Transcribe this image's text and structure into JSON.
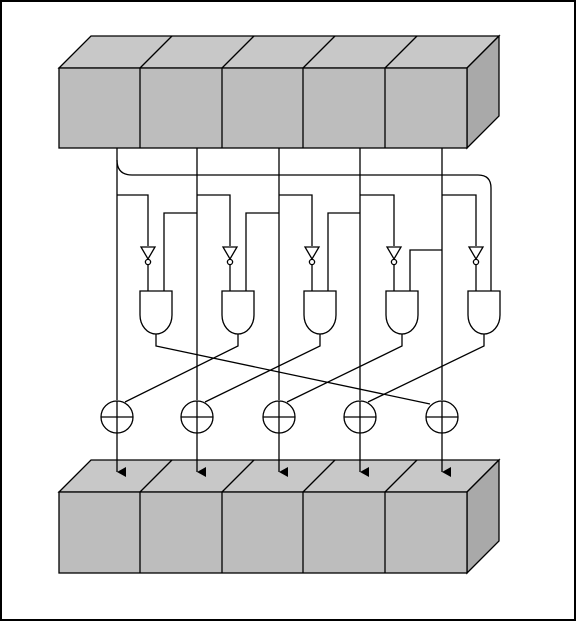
{
  "diagram": {
    "kind": "chi-step-logic",
    "input_register": {
      "cells": 5
    },
    "output_register": {
      "cells": 5
    },
    "gates": {
      "not": 5,
      "and": 5,
      "xor": 5
    },
    "colors": {
      "cell_fill": "#bdbdbd",
      "cell_top": "#c8c8c8",
      "cell_side": "#a9a9a9",
      "stroke": "#000000",
      "background": "#ffffff"
    }
  }
}
